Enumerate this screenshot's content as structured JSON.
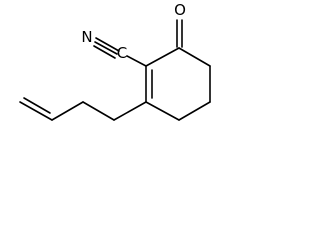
{
  "molecule": {
    "atoms": {
      "oxygen": "O",
      "nitrogen": "N",
      "carbon_nitrile": "C"
    }
  }
}
